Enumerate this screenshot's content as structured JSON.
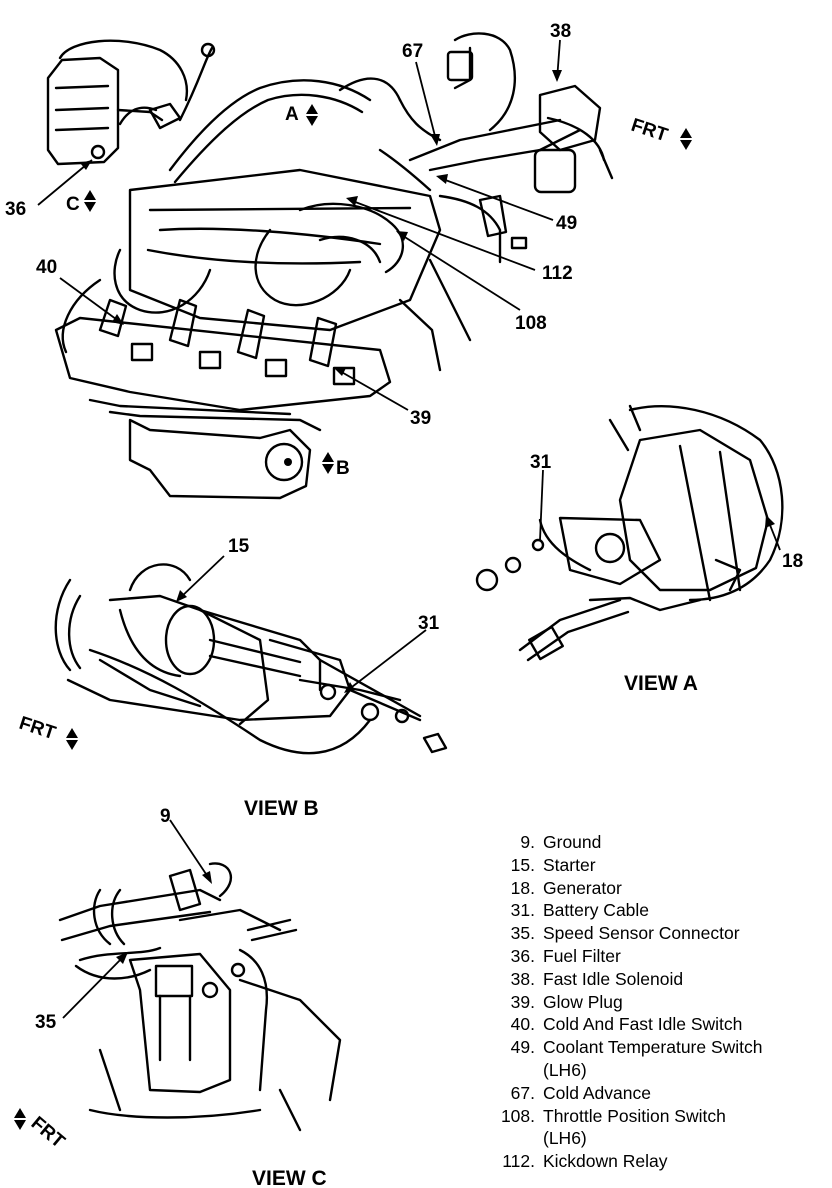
{
  "callouts": {
    "c36": "36",
    "c38": "38",
    "c67": "67",
    "c49": "49",
    "c112": "112",
    "c108": "108",
    "c40": "40",
    "c39": "39",
    "c31a": "31",
    "c18": "18",
    "c15": "15",
    "c31b": "31",
    "c9": "9",
    "c35": "35"
  },
  "directions": {
    "a": "A",
    "b": "B",
    "c": "C",
    "frt": "FRT"
  },
  "views": {
    "view_a": "VIEW A",
    "view_b": "VIEW B",
    "view_c": "VIEW C"
  },
  "legend": [
    {
      "num": "9.",
      "text": "Ground"
    },
    {
      "num": "15.",
      "text": "Starter"
    },
    {
      "num": "18.",
      "text": "Generator"
    },
    {
      "num": "31.",
      "text": "Battery Cable"
    },
    {
      "num": "35.",
      "text": "Speed Sensor Connector"
    },
    {
      "num": "36.",
      "text": "Fuel Filter"
    },
    {
      "num": "38.",
      "text": "Fast Idle Solenoid"
    },
    {
      "num": "39.",
      "text": "Glow Plug"
    },
    {
      "num": "40.",
      "text": "Cold And Fast Idle Switch"
    },
    {
      "num": "49.",
      "text": "Coolant Temperature Switch"
    },
    {
      "num": "",
      "text": "(LH6)"
    },
    {
      "num": "67.",
      "text": "Cold Advance"
    },
    {
      "num": "108.",
      "text": "Throttle Position Switch"
    },
    {
      "num": "",
      "text": "(LH6)"
    },
    {
      "num": "112.",
      "text": "Kickdown Relay"
    }
  ]
}
